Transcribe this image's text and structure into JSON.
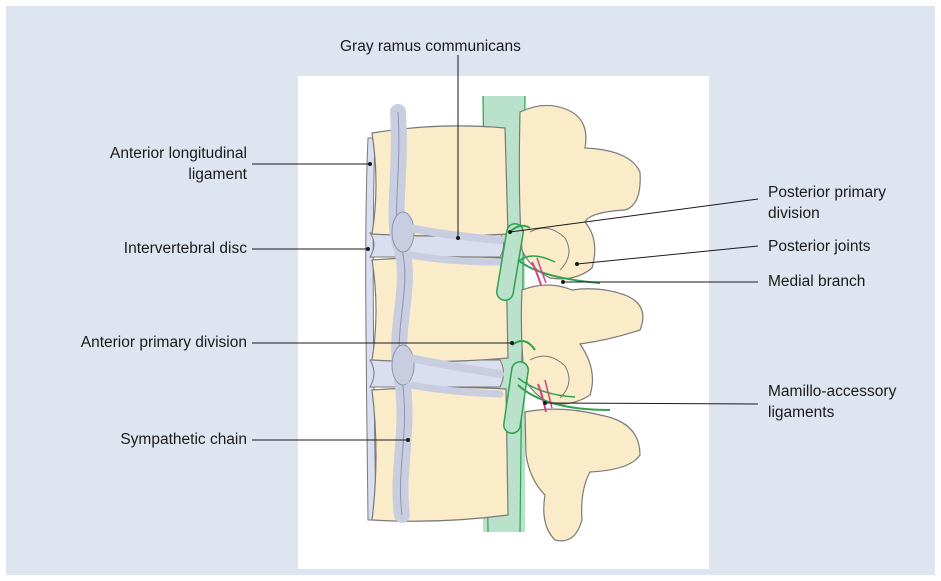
{
  "colors": {
    "background": "#dfe4f1",
    "panel": "#ffffff",
    "bone": "#faecc8",
    "bone_outline": "#7a7a78",
    "disc": "#d9def0",
    "nerve": "#2fa24b",
    "dural_sheath": "#b9e1cb",
    "sympathetic_chain": "#c8cde0",
    "ligament_pink": "#d6428a",
    "leader_line": "#1a1a1a"
  },
  "labels": {
    "gray_ramus": "Gray ramus communicans",
    "anterior_longitudinal": "Anterior longitudinal\nligament",
    "intervertebral_disc": "Intervertebral disc",
    "anterior_primary": "Anterior primary division",
    "sympathetic_chain": "Sympathetic chain",
    "posterior_primary": "Posterior primary\ndivision",
    "posterior_joints": "Posterior joints",
    "medial_branch": "Medial branch",
    "mamillo_accessory": "Mamillo-accessory\nligaments"
  }
}
